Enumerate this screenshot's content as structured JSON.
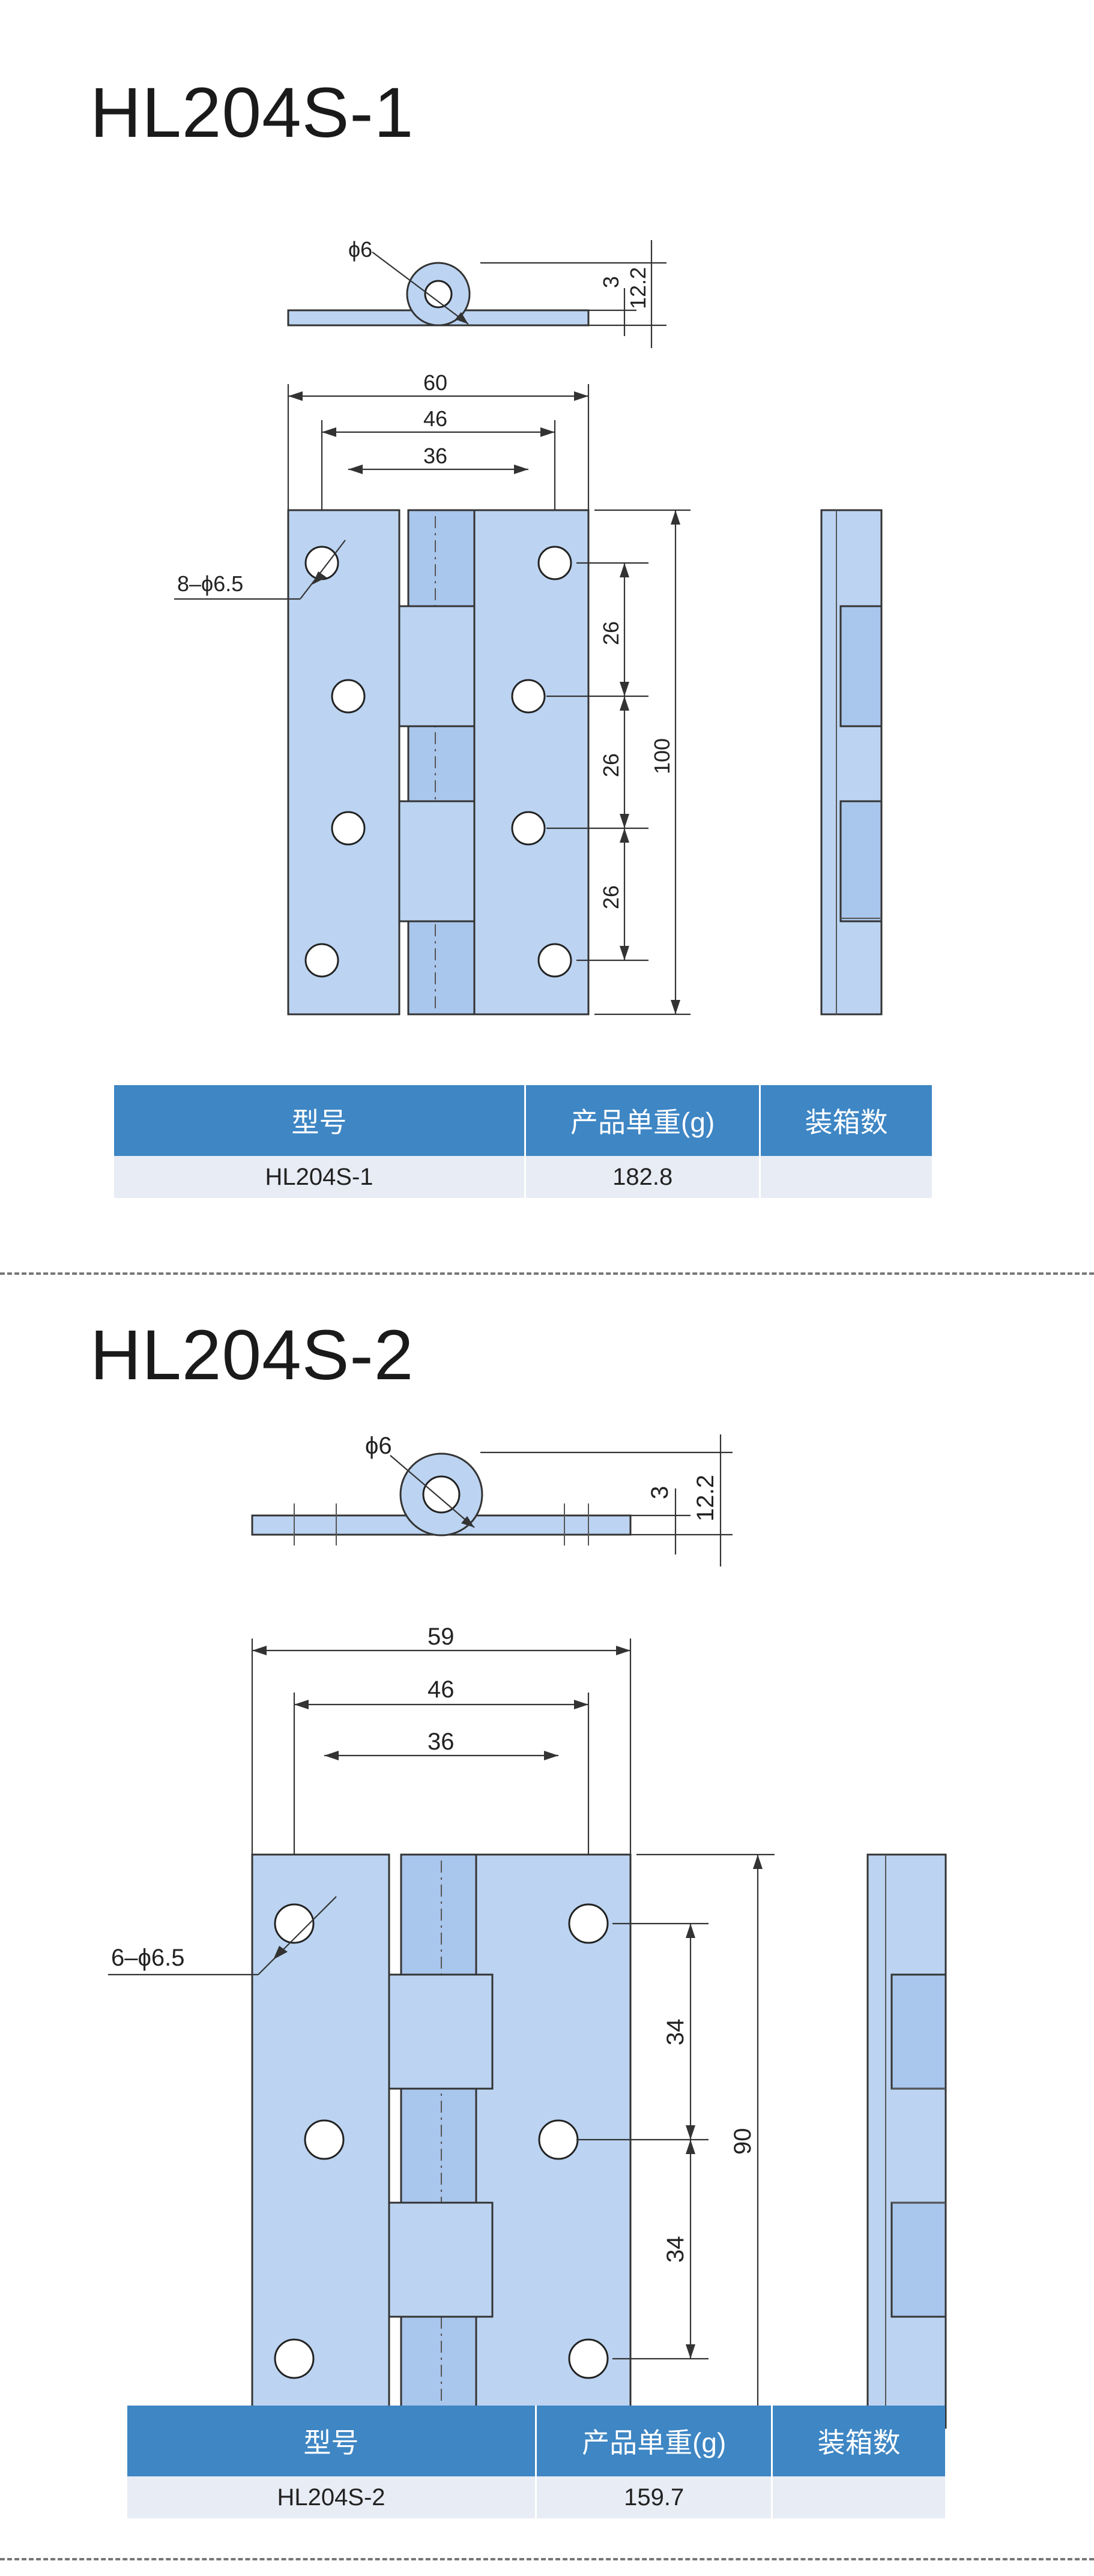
{
  "sections": [
    {
      "title": "HL204S-1",
      "dims": {
        "pin_diameter": "ϕ6",
        "thickness": "3",
        "height": "12.2",
        "width_overall": "60",
        "width_mid": "46",
        "width_inner": "36",
        "holes": "8–ϕ6.5",
        "pitch_1": "26",
        "pitch_2": "26",
        "pitch_3": "26",
        "length": "100"
      },
      "table": {
        "headers": [
          "型号",
          "产品单重(g)",
          "装箱数"
        ],
        "row": [
          "HL204S-1",
          "182.8",
          ""
        ]
      }
    },
    {
      "title": "HL204S-2",
      "dims": {
        "pin_diameter": "ϕ6",
        "thickness": "3",
        "height": "12.2",
        "width_overall": "59",
        "width_mid": "46",
        "width_inner": "36",
        "holes": "6–ϕ6.5",
        "pitch_1": "34",
        "pitch_2": "34",
        "length": "90"
      },
      "table": {
        "headers": [
          "型号",
          "产品单重(g)",
          "装箱数"
        ],
        "row": [
          "HL204S-2",
          "159.7",
          ""
        ]
      }
    }
  ]
}
